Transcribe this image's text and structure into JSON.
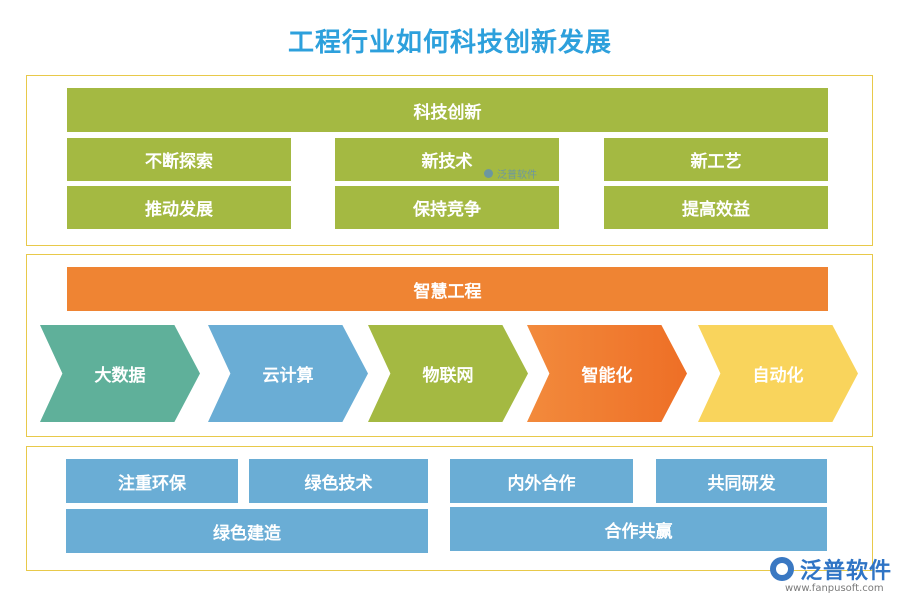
{
  "title": "工程行业如何科技创新发展",
  "section1": {
    "header": "科技创新",
    "items": [
      "不断探索",
      "新技术",
      "新工艺",
      "推动发展",
      "保持竞争",
      "提高效益"
    ]
  },
  "section2": {
    "header": "智慧工程",
    "chevrons": [
      {
        "label": "大数据",
        "color": "#5fb09a"
      },
      {
        "label": "云计算",
        "color": "#6aadd5"
      },
      {
        "label": "物联网",
        "color": "#a4b942"
      },
      {
        "label": "智能化",
        "color": "#ef7a2e"
      },
      {
        "label": "自动化",
        "color": "#f9d45c"
      }
    ]
  },
  "section3": {
    "items": [
      "注重环保",
      "绿色技术",
      "绿色建造",
      "内外合作",
      "共同研发",
      "合作共赢"
    ]
  },
  "watermark": "泛普软件",
  "logo": {
    "text": "泛普软件",
    "url": "www.fanpusoft.com"
  },
  "colors": {
    "title": "#2da0dc",
    "green": "#a4b942",
    "orange": "#ef8433",
    "blue": "#6aadd5",
    "panel_border": "#e8c94a"
  }
}
